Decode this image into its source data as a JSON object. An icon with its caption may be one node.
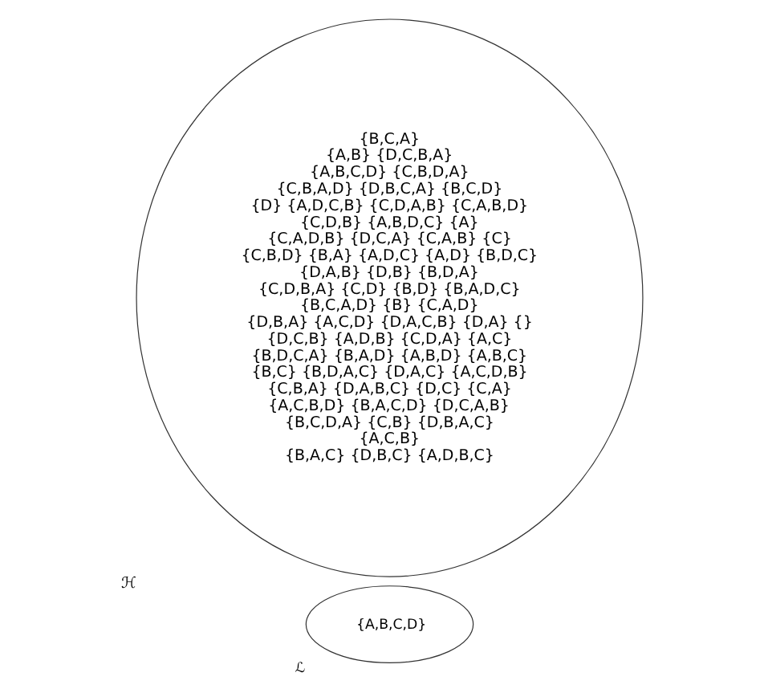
{
  "diagram": {
    "nodes": [
      {
        "text": [
          "ℒ",
          "{A,B,C,D}"
        ]
      },
      {
        "text": [
          "ℋ",
          "{B,C,A}",
          "{A,B}",
          "{D,C,B,A}",
          "{A,B,C,D}",
          "{C,B,D,A}",
          "{C,B,A,D}",
          "{D,B,C,A}",
          "{B,C,D}",
          "{D}",
          "{A,D,C,B}",
          "{C,D,A,B}",
          "{C,A,B,D}",
          "{C,D,B}",
          "{A,B,D,C}",
          "{A}",
          "{C,A,D,B}",
          "{D,C,A}",
          "{C,A,B}",
          "{C}",
          "{C,B,D}",
          "{B,A}",
          "{A,D,C}",
          "{A,D}",
          "{B,D,C}",
          "{D,A,B}",
          "{D,B}",
          "{B,D,A}",
          "{C,D,B,A}",
          "{C,D}",
          "{B,D}",
          "{B,A,D,C}",
          "{B,C,A,D}",
          "{B}",
          "{C,A,D}",
          "{D,B,A}",
          "{A,C,D}",
          "{D,A,C,B}",
          "{D,A}",
          "{}",
          "{D,C,B}",
          "{A,D,B}",
          "{C,D,A}",
          "{A,C}",
          "{B,D,C,A}",
          "{B,A,D}",
          "{A,B,D}",
          "{A,B,C}",
          "{B,C}",
          "{B,D,A,C}",
          "{D,A,C}",
          "{A,C,D,B}",
          "{C,B,A}",
          "{D,A,B,C}",
          "{D,C}",
          "{C,A}",
          "{A,C,B,D}",
          "{B,A,C,D}",
          "{D,C,A,B}",
          "{B,C,D,A}",
          "{C,B}",
          "{D,B,A,C}",
          "{A,C,B}",
          "{B,A,C}",
          "{D,B,C}",
          "{A,D,B,C}"
        ]
      }
    ]
  }
}
